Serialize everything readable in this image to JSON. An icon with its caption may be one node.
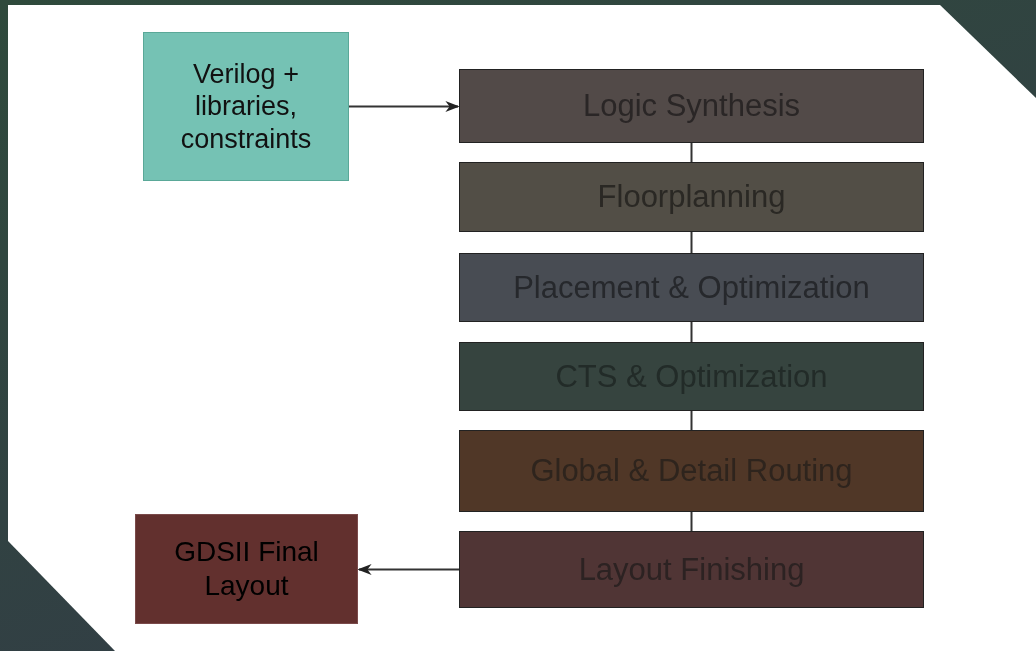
{
  "diagram": {
    "nodes": [
      {
        "text": [
          "Verilog + libraries, constraints"
        ]
      },
      {
        "text": [
          "Logic Synthesis"
        ]
      },
      {
        "text": [
          "Floorplanning"
        ]
      },
      {
        "text": [
          "Placement & Optimization"
        ]
      },
      {
        "text": [
          "CTS & Optimization"
        ]
      },
      {
        "text": [
          "Global & Detail Routing"
        ]
      },
      {
        "text": [
          "Layout Finishing"
        ]
      },
      {
        "text": [
          "GDSII Final Layout"
        ]
      }
    ],
    "edges": [
      {
        "from": 0,
        "to": 1,
        "arrow": "to"
      },
      {
        "from": 1,
        "to": 2,
        "arrow": "none"
      },
      {
        "from": 2,
        "to": 3,
        "arrow": "none"
      },
      {
        "from": 3,
        "to": 4,
        "arrow": "none"
      },
      {
        "from": 4,
        "to": 5,
        "arrow": "none"
      },
      {
        "from": 5,
        "to": 6,
        "arrow": "none"
      },
      {
        "from": 6,
        "to": 7,
        "arrow": "to"
      }
    ]
  }
}
